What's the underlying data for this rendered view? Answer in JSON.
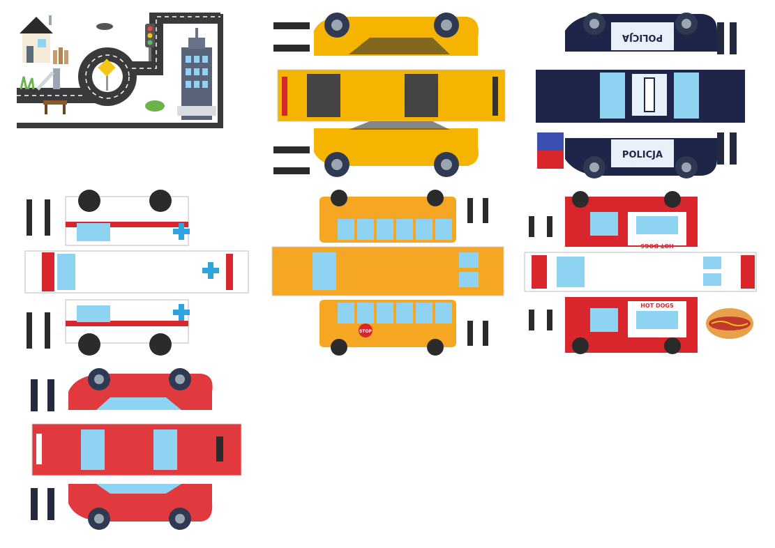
{
  "tiles": [
    {
      "id": "city-playmat",
      "kind": "scene"
    },
    {
      "id": "taxi",
      "kind": "car-template",
      "body_color": "#f5b400"
    },
    {
      "id": "police-car",
      "kind": "car-template",
      "body_color": "#1f2548",
      "label": "POLICJA"
    },
    {
      "id": "ambulance",
      "kind": "car-template",
      "body_color": "#ffffff",
      "accent_color": "#d9262c",
      "cross_color": "#2fa3dd"
    },
    {
      "id": "school-bus",
      "kind": "car-template",
      "body_color": "#f5a623",
      "stop_label": "STOP"
    },
    {
      "id": "hot-dog-truck",
      "kind": "car-template",
      "body_color": "#d9262c",
      "label": "HOT DOGS"
    },
    {
      "id": "red-car",
      "kind": "car-template",
      "body_color": "#e03a3e"
    }
  ],
  "colors": {
    "road": "#3a3a3c",
    "window": "#8ed3f2",
    "tire": "#2f3a52",
    "glue_tab_dark": "#232a40",
    "glue_tab_black": "#2b2b2b"
  }
}
